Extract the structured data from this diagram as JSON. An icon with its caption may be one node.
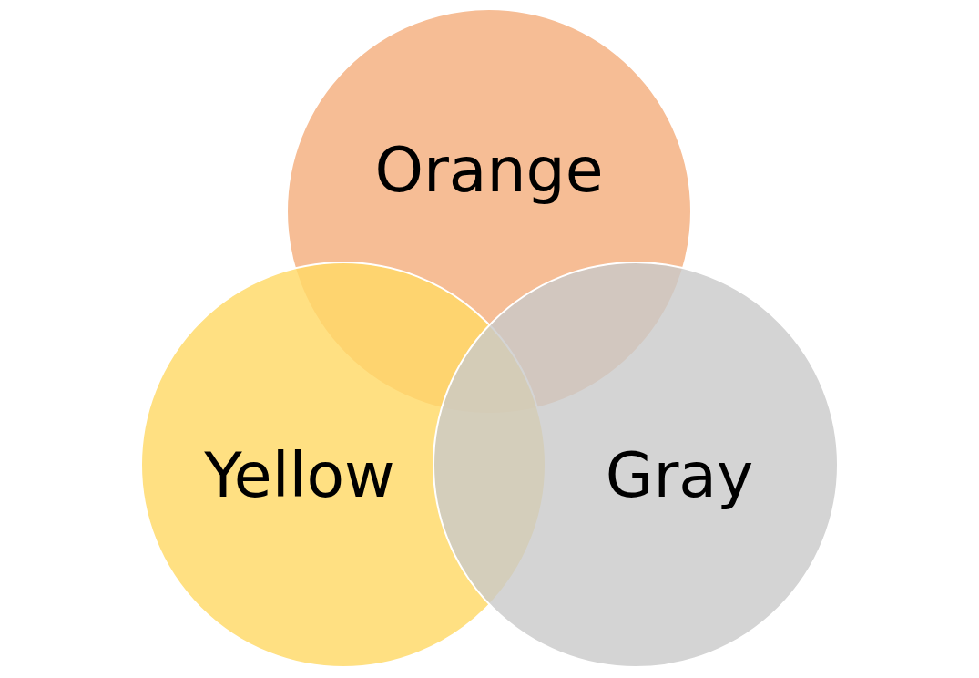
{
  "diagram": {
    "nodes": [
      {
        "text": [
          "Orange"
        ]
      },
      {
        "text": [
          "Yellow"
        ]
      },
      {
        "text": [
          "Gray"
        ]
      }
    ]
  }
}
